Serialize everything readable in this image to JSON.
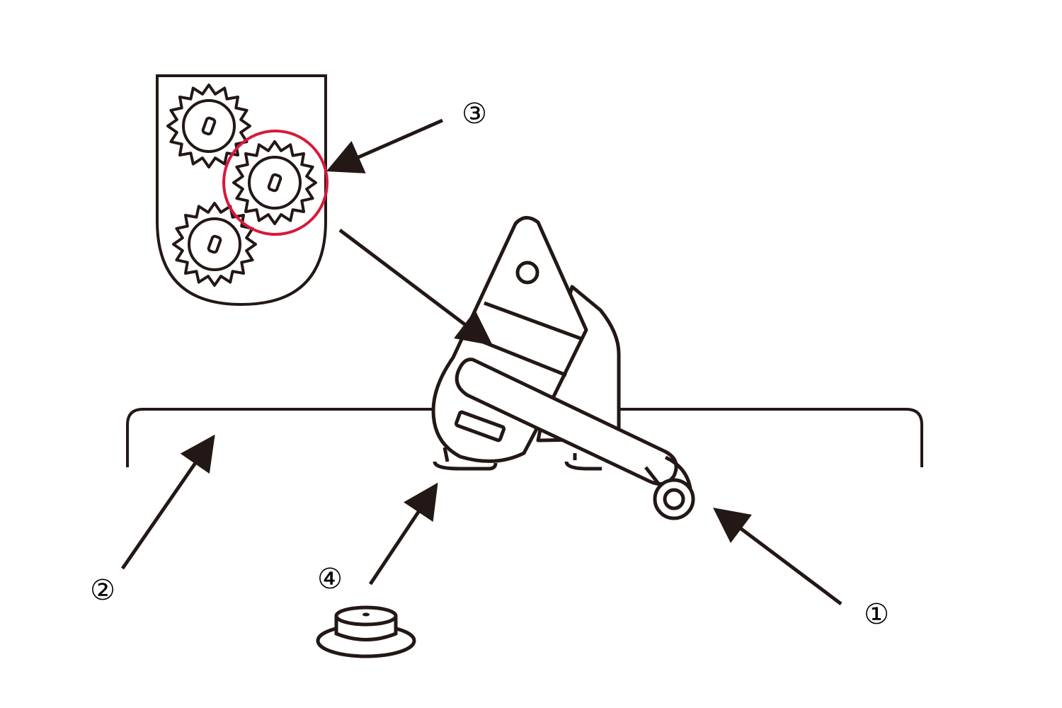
{
  "callouts": [
    {
      "id": "1",
      "label": "①"
    },
    {
      "id": "2",
      "label": "②"
    },
    {
      "id": "3",
      "label": "③"
    },
    {
      "id": "4",
      "label": "④"
    }
  ],
  "colors": {
    "line": "#231815",
    "highlight": "#d7193a",
    "background": "#ffffff"
  },
  "icons": [
    "gear-icon",
    "gear-icon",
    "gear-icon",
    "crank-handle-icon",
    "foot-cap-icon"
  ]
}
